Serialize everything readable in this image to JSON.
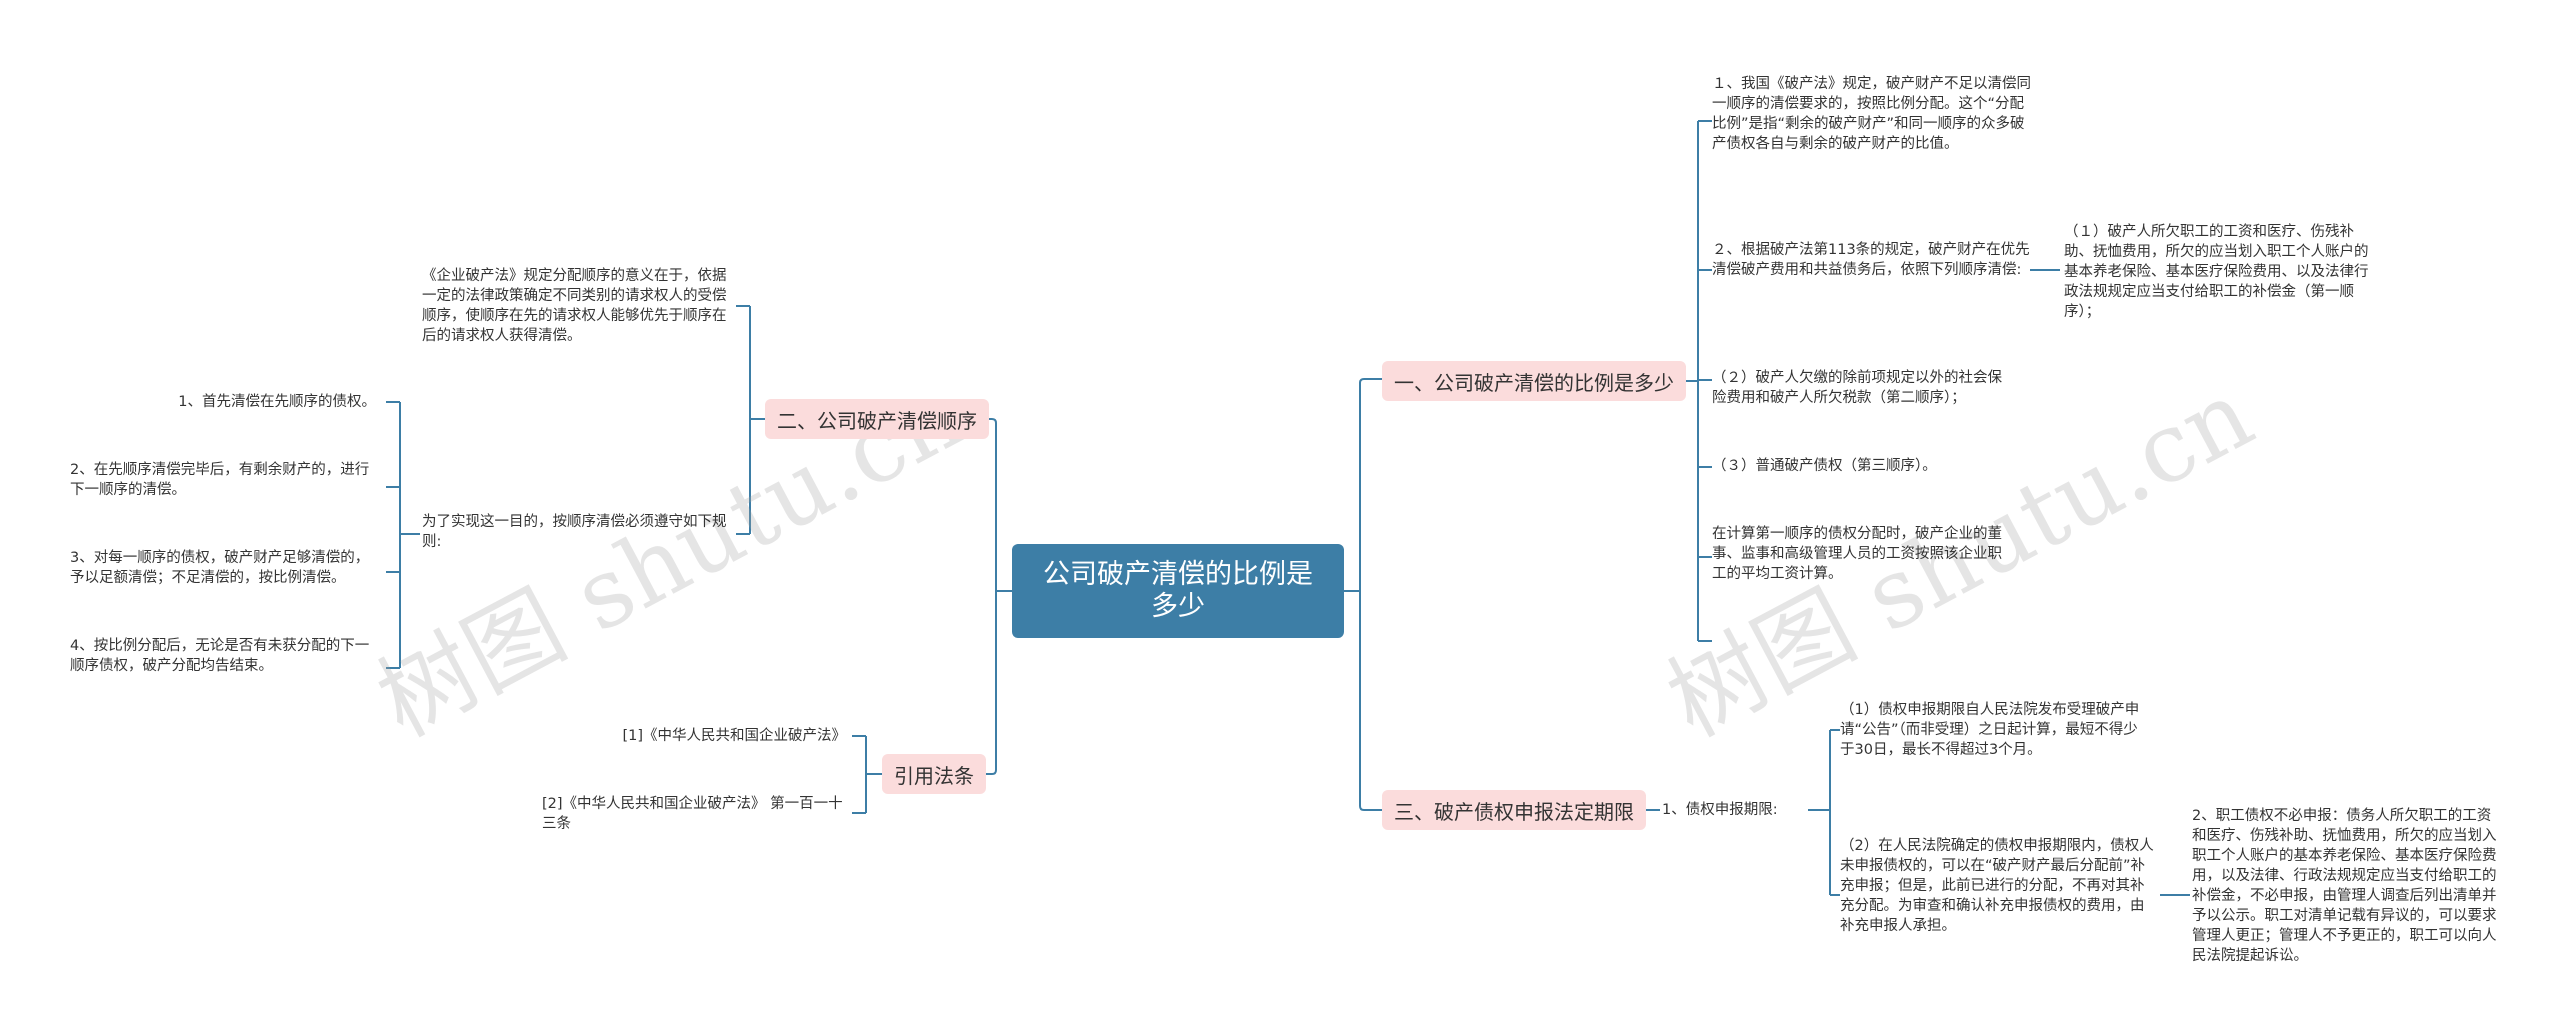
{
  "root": {
    "title": "公司破产清偿的比例是多少"
  },
  "branches": {
    "b1": {
      "label": "一、公司破产清偿的比例是多少",
      "items": [
        "１、我国《破产法》规定，破产财产不足以清偿同一顺序的清偿要求的，按照比例分配。这个“分配比例”是指“剩余的破产财产”和同一顺序的众多破产债权各自与剩余的破产财产的比值。",
        "２、根据破产法第113条的规定，破产财产在优先清偿破产费用和共益债务后，依照下列顺序清偿:",
        "（２）破产人欠缴的除前项规定以外的社会保险费用和破产人所欠税款（第二顺序）；",
        "（３）普通破产债权（第三顺序）。",
        "在计算第一顺序的债权分配时，破产企业的董事、监事和高级管理人员的工资按照该企业职工的平均工资计算。"
      ],
      "sub": "（１）破产人所欠职工的工资和医疗、伤残补助、抚恤费用，所欠的应当划入职工个人账户的基本养老保险、基本医疗保险费用、以及法律行政法规规定应当支付给职工的补偿金（第一顺序）；"
    },
    "b2": {
      "label": "二、公司破产清偿顺序",
      "intro": "《企业破产法》规定分配顺序的意义在于，依据一定的法律政策确定不同类别的请求权人的受偿顺序，使顺序在先的请求权人能够优先于顺序在后的请求权人获得清偿。",
      "rule": "为了实现这一目的，按顺序清偿必须遵守如下规则:",
      "rules": [
        "1、首先清偿在先顺序的债权。",
        "2、在先顺序清偿完毕后，有剩余财产的，进行下一顺序的清偿。",
        "3、对每一顺序的债权，破产财产足够清偿的，予以足额清偿；不足清偿的，按比例清偿。",
        "4、按比例分配后，无论是否有未获分配的下一顺序债权，破产分配均告结束。"
      ]
    },
    "b3": {
      "label": "三、破产债权申报法定期限",
      "sub": "1、债权申报期限:",
      "items": [
        "（1）债权申报期限自人民法院发布受理破产申请“公告”（而非受理）之日起计算，最短不得少于30日，最长不得超过3个月。",
        "（2）在人民法院确定的债权申报期限内，债权人未申报债权的，可以在“破产财产最后分配前”补充申报；但是，此前已进行的分配，不再对其补充分配。为审查和确认补充申报债权的费用，由补充申报人承担。"
      ],
      "note": "2、职工债权不必申报：债务人所欠职工的工资和医疗、伤残补助、抚恤费用，所欠的应当划入职工个人账户的基本养老保险、基本医疗保险费用，以及法律、行政法规规定应当支付给职工的补偿金，不必申报，由管理人调查后列出清单并予以公示。职工对清单记载有异议的，可以要求管理人更正；管理人不予更正的，职工可以向人民法院提起诉讼。"
    },
    "b4": {
      "label": "引用法条",
      "items": [
        "[1]《中华人民共和国企业破产法》",
        "[2]《中华人民共和国企业破产法》 第一百一十三条"
      ]
    }
  },
  "watermarks": [
    "树图 shutu.cn",
    "树图 shutu.cn"
  ],
  "colors": {
    "root": "#3d7ea6",
    "branch": "#fbdcdc",
    "line": "#3d7ea6",
    "text": "#333333"
  }
}
